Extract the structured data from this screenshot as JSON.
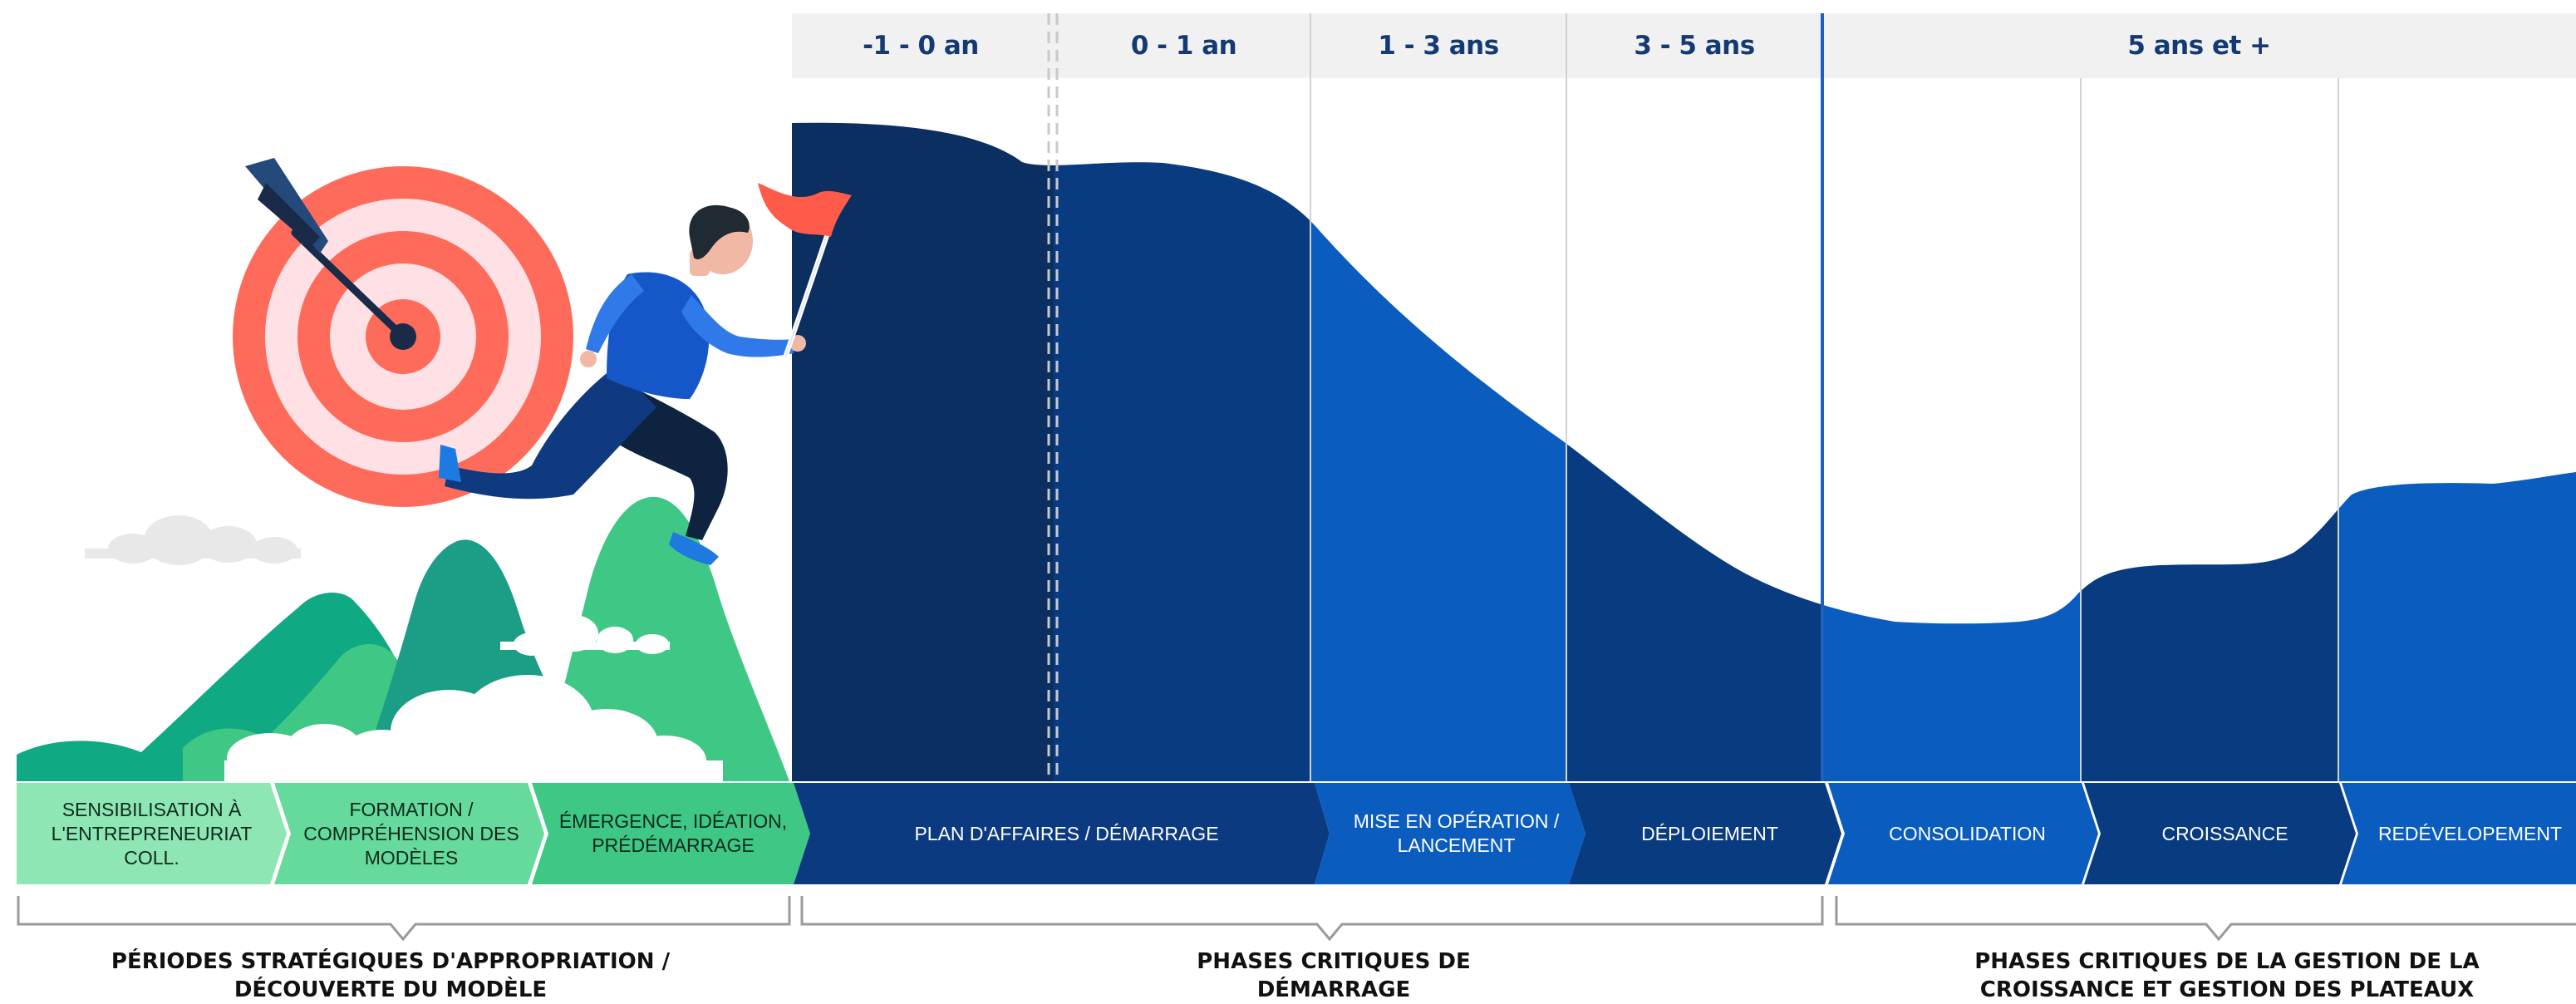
{
  "timeline": {
    "headers": [
      "-1 - 0 an",
      "0 - 1 an",
      "1 - 3 ans",
      "3 - 5 ans",
      "5 ans et +"
    ]
  },
  "phases": [
    "Sensibilisation à l'entrepreneuriat coll.",
    "Formation / compréhension des modèles",
    "Émergence, idéation, prédémarrage",
    "Plan d'affaires / démarrage",
    "Mise en opération / lancement",
    "Déploiement",
    "Consolidation",
    "Croissance",
    "Redévelopement"
  ],
  "groups": [
    "Périodes stratégiques d'appropriation / découverte du modèle",
    "Phases critiques de démarrage",
    "Phases critiques de la gestion de la croissance et gestion des plateaux"
  ],
  "colors": {
    "header_band": "#f1f1f1",
    "header_text": "#143a73",
    "navy": "#0b2f60",
    "dark_blue": "#083b80",
    "mid_blue": "#0a5cbf",
    "green_light": "#8ee6b4",
    "green_mid": "#66d99c",
    "green_dark": "#3fc785",
    "target_red": "#ff6b5a",
    "target_pink": "#ffe0e5"
  },
  "icons": [
    "target-icon",
    "arrow-icon",
    "runner-icon",
    "flag-icon",
    "mountain-icon",
    "cloud-icon"
  ]
}
